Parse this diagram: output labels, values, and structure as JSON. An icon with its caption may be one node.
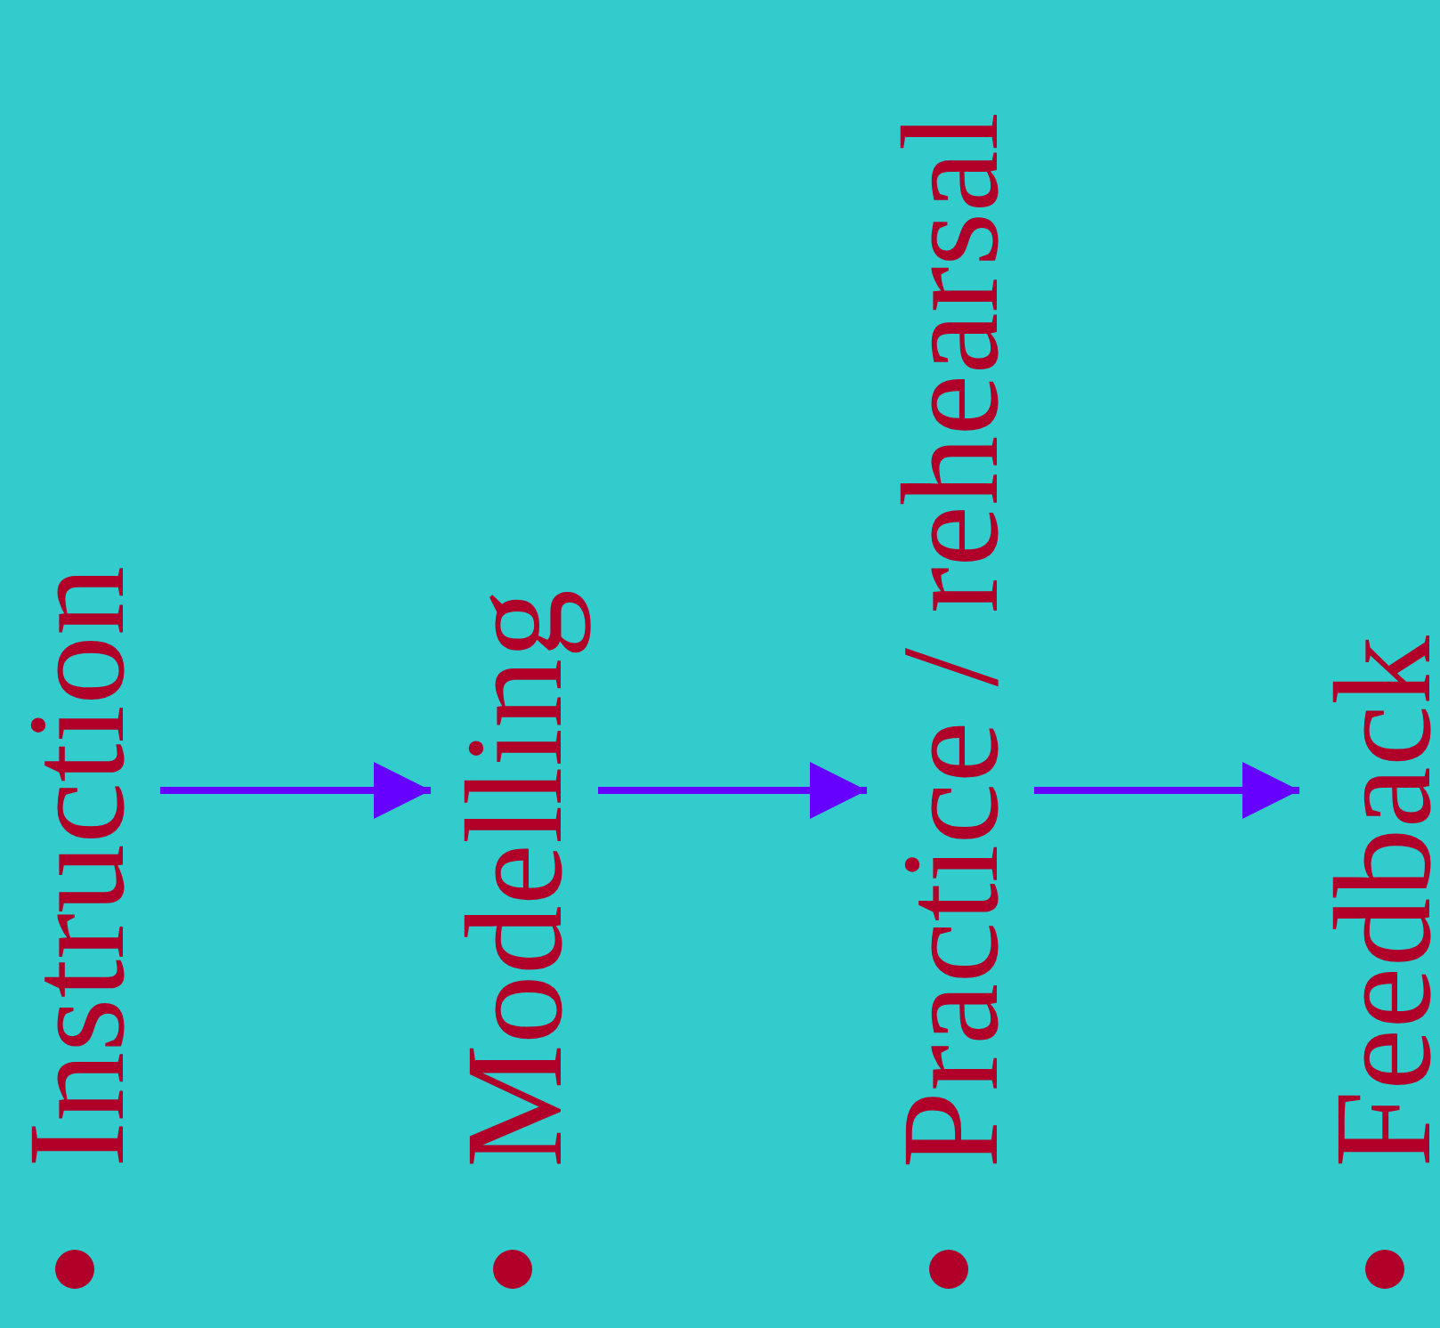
{
  "diagram": {
    "nodes": [
      {
        "text": [
          "Instruction"
        ]
      },
      {
        "text": [
          "Modelling"
        ]
      },
      {
        "text": [
          "Practice / rehearsal"
        ]
      },
      {
        "text": [
          "Feedback"
        ]
      }
    ],
    "edges": [
      {
        "from": 0,
        "to": 1,
        "arrow": "to"
      },
      {
        "from": 1,
        "to": 2,
        "arrow": "to"
      },
      {
        "from": 2,
        "to": 3,
        "arrow": "to"
      }
    ]
  }
}
